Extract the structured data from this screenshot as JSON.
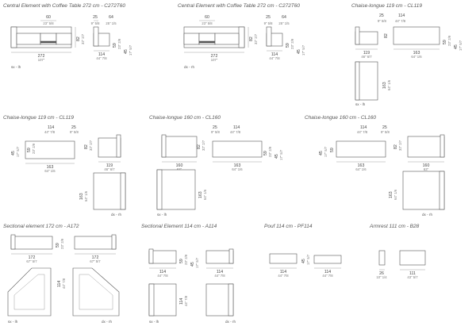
{
  "titles": {
    "c1": "Central Element with Coffee Table 272 cm - C272T60",
    "c2": "Central Element with Coffee Table 272 cm - C272T60",
    "c3": "Chaise-longue 119 cm - CL119",
    "c4": "Chaise-longue 119 cm - CL119",
    "c5": "Chaise-longue 160 cm - CL160",
    "c6": "Chaise-longue 160 cm - CL160",
    "c7": "Sectional element 172 cm - A172",
    "c8": "Sectional Element 114 cm - A114",
    "c9": "Pouf 114 cm - PF114",
    "c10": "Armrest 111 cm - B28"
  },
  "labels": {
    "sx": "sx - lh",
    "dx": "dx - rh"
  },
  "dims": {
    "d60": "60",
    "i60": "23\" 5/8",
    "d25": "25",
    "i25": "9\" 5/8",
    "d64": "64",
    "i64": "25\" 1/5",
    "d82": "82",
    "i82": "32\" 2/7",
    "d59": "59",
    "i59": "23\" 2/9",
    "d45": "45",
    "i45": "17\" 5/7",
    "d272": "272",
    "i272": "107\"",
    "d114": "114",
    "i114": "44\" 7/8",
    "d119": "119",
    "i119": "46\" 6/7",
    "d163": "163",
    "i163": "64\" 1/6",
    "d160": "160",
    "i160": "63\"",
    "d172": "172",
    "i172": "67\" 5/7",
    "d26": "26",
    "i26": "10\" 1/4",
    "d111": "111",
    "i111": "43\" 5/7"
  },
  "colors": {
    "line": "#555555",
    "dim": "#888888",
    "text": "#444444"
  }
}
